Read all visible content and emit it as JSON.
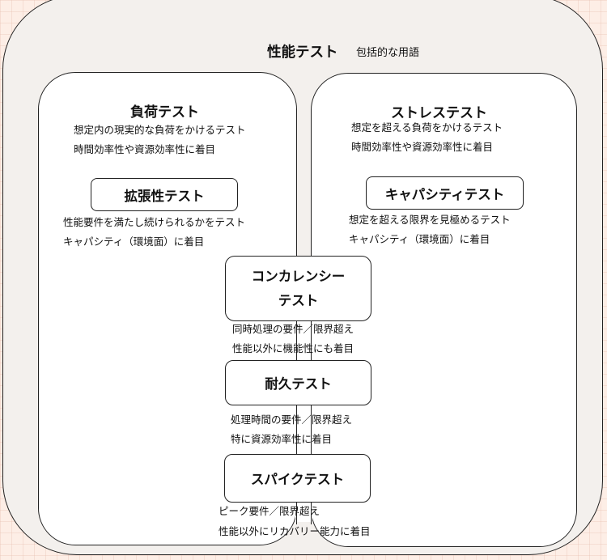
{
  "performance": {
    "title": "性能テスト",
    "subtitle": "包括的な用語"
  },
  "load": {
    "title": "負荷テスト",
    "notes": [
      "想定内の現実的な負荷をかけるテスト",
      "時間効率性や資源効率性に着目"
    ]
  },
  "stress": {
    "title": "ストレステスト",
    "notes": [
      "想定を超える負荷をかけるテスト",
      "時間効率性や資源効率性に着目"
    ]
  },
  "scalability": {
    "title": "拡張性テスト",
    "notes": [
      "性能要件を満たし続けられるかをテスト",
      "キャパシティ（環境面）に着目"
    ]
  },
  "capacity": {
    "title": "キャパシティテスト",
    "notes": [
      "想定を超える限界を見極めるテスト",
      "キャパシティ（環境面）に着目"
    ]
  },
  "concurrency": {
    "title_line1": "コンカレンシー",
    "title_line2": "テスト",
    "notes": [
      "同時処理の要件／限界超え",
      "性能以外に機能性にも着目"
    ]
  },
  "endurance": {
    "title": "耐久テスト",
    "notes": [
      "処理時間の要件／限界超え",
      "特に資源効率性に着目"
    ]
  },
  "spike": {
    "title": "スパイクテスト",
    "notes": [
      "ピーク要件／限界超え",
      "性能以外にリカバリー能力に着目"
    ]
  }
}
